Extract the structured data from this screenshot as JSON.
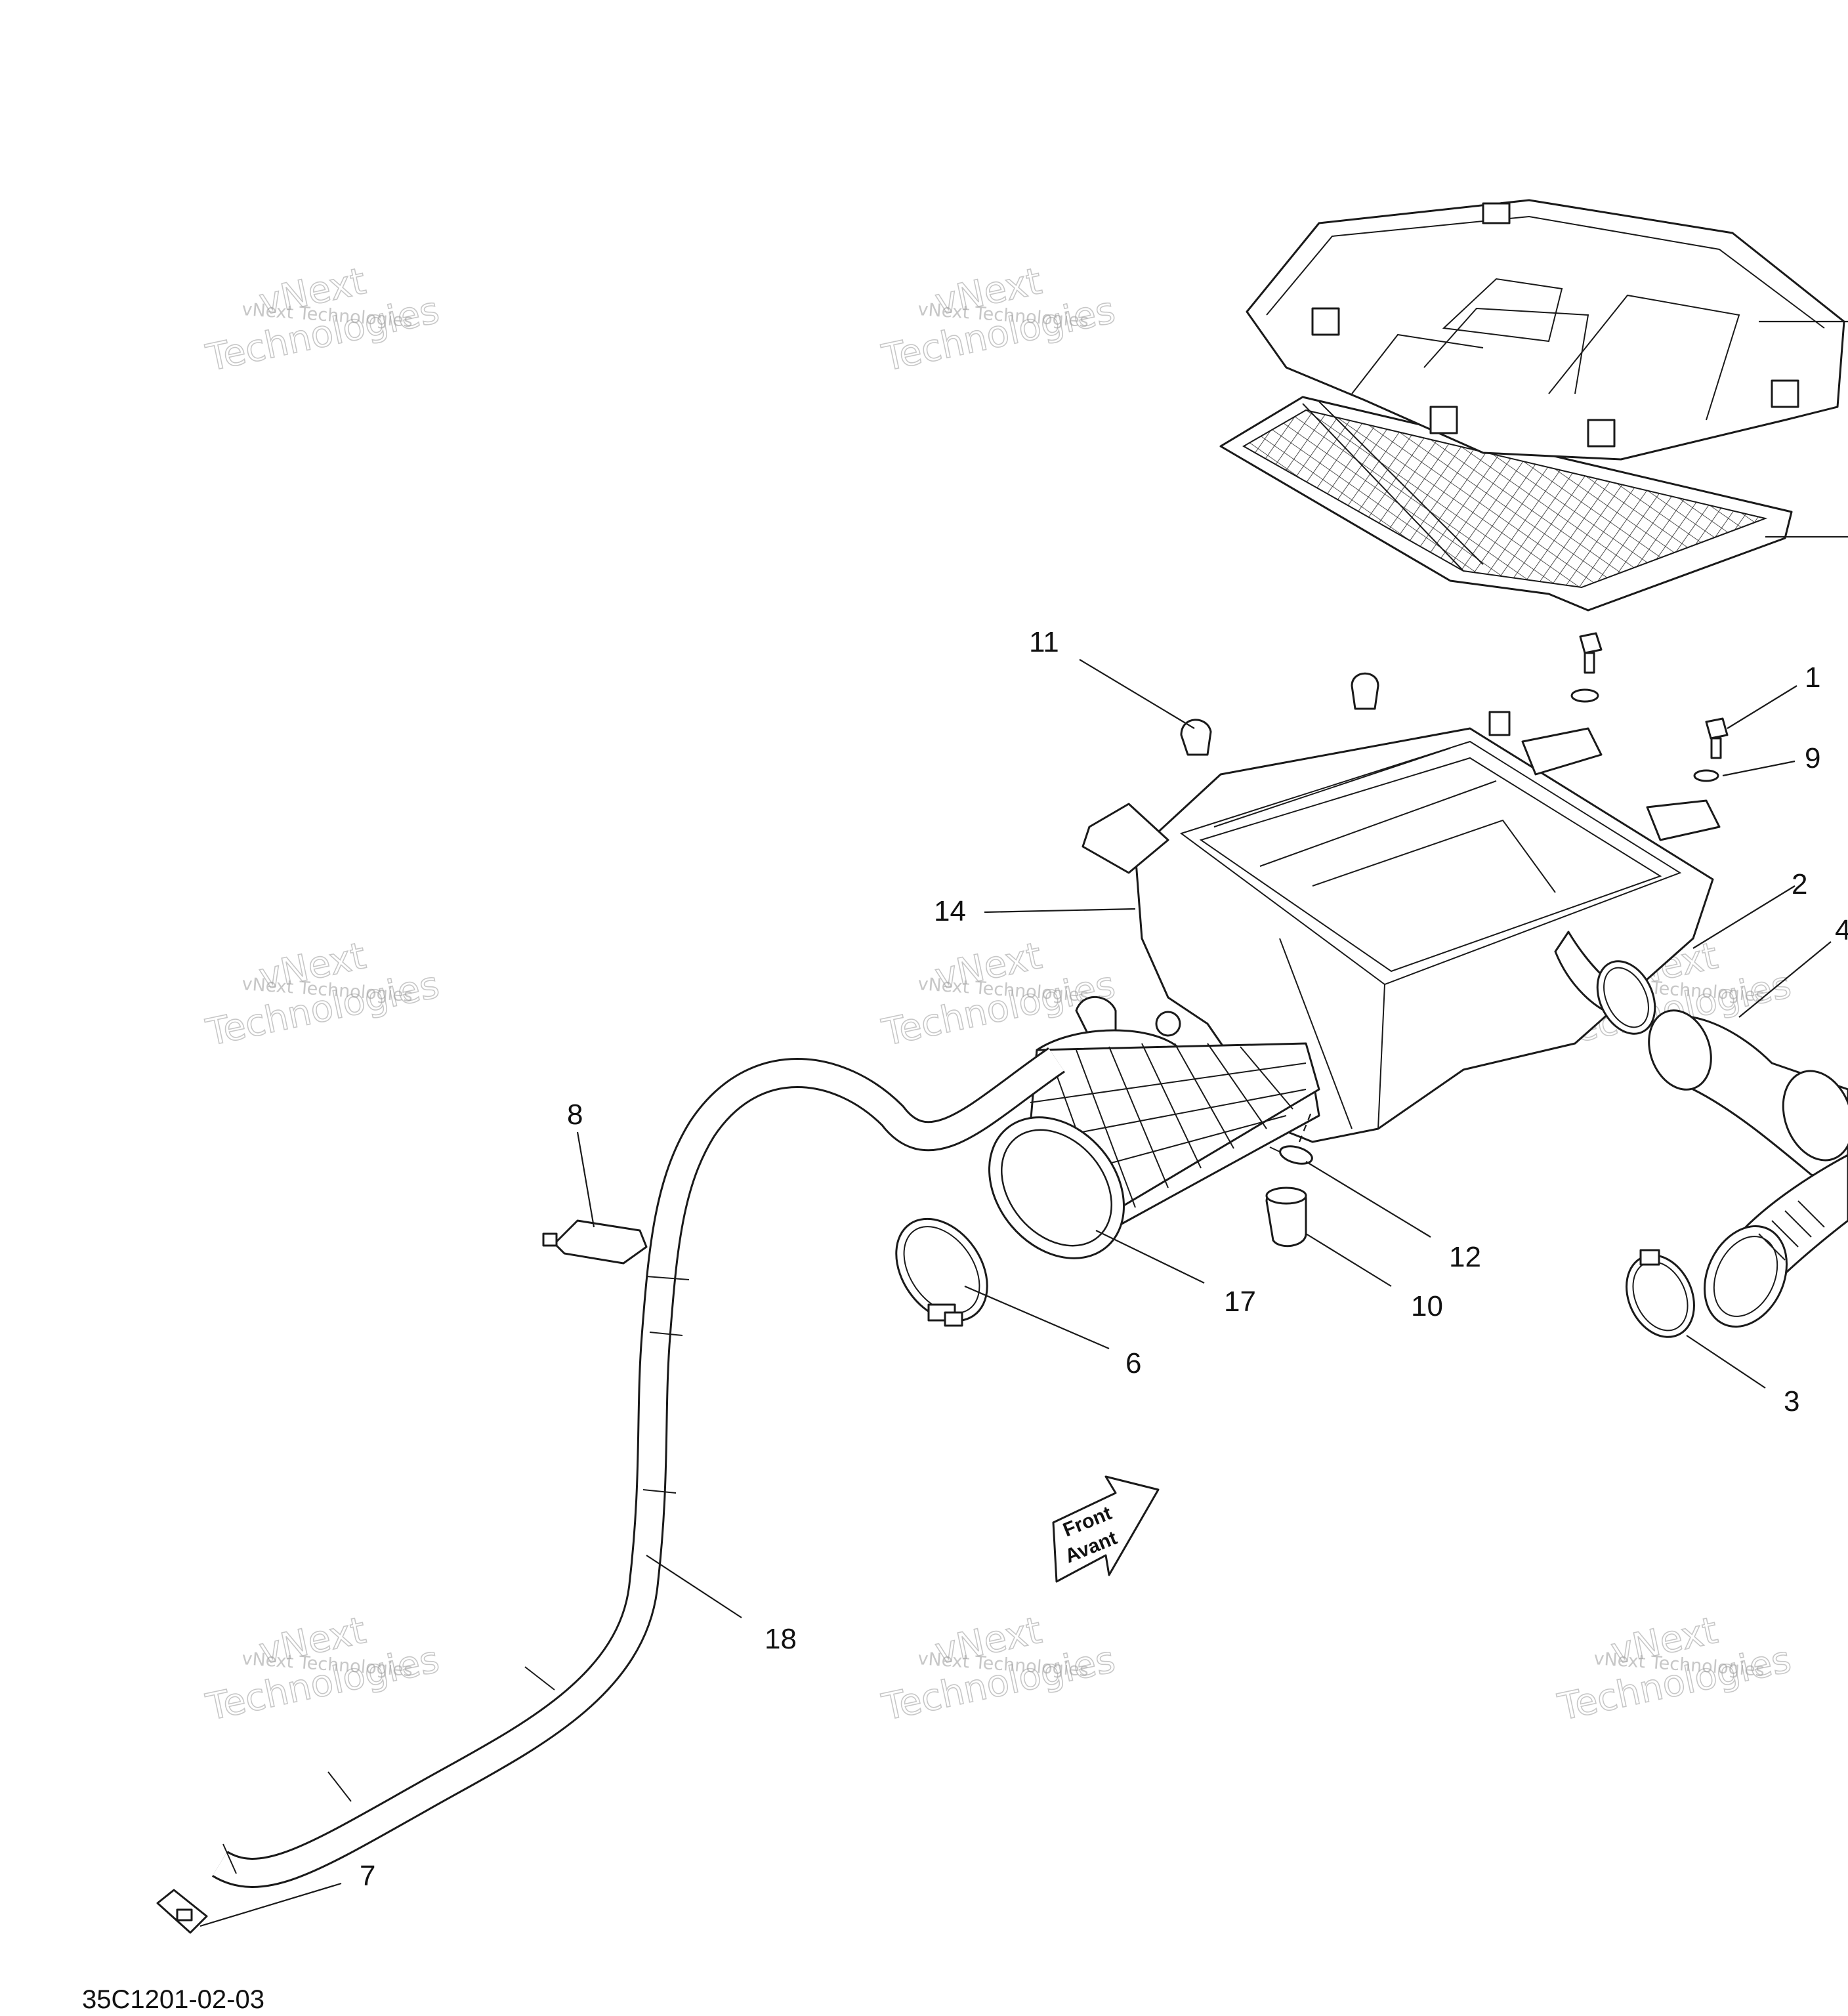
{
  "diagram": {
    "reference_code": "35C1201-02-03",
    "direction_arrow": {
      "line1": "Front",
      "line2": "Avant"
    },
    "watermark": {
      "line_small": "vNext Technologies",
      "line_big_1": "vNext",
      "line_big_2": "Technologies"
    },
    "callouts": [
      {
        "id": "1",
        "label": "1"
      },
      {
        "id": "2",
        "label": "2"
      },
      {
        "id": "3",
        "label": "3"
      },
      {
        "id": "4",
        "label": "4"
      },
      {
        "id": "6",
        "label": "6"
      },
      {
        "id": "7",
        "label": "7"
      },
      {
        "id": "8",
        "label": "8"
      },
      {
        "id": "9",
        "label": "9"
      },
      {
        "id": "10",
        "label": "10"
      },
      {
        "id": "11",
        "label": "11"
      },
      {
        "id": "12",
        "label": "12"
      },
      {
        "id": "14",
        "label": "14"
      },
      {
        "id": "17",
        "label": "17"
      },
      {
        "id": "18",
        "label": "18"
      }
    ]
  }
}
